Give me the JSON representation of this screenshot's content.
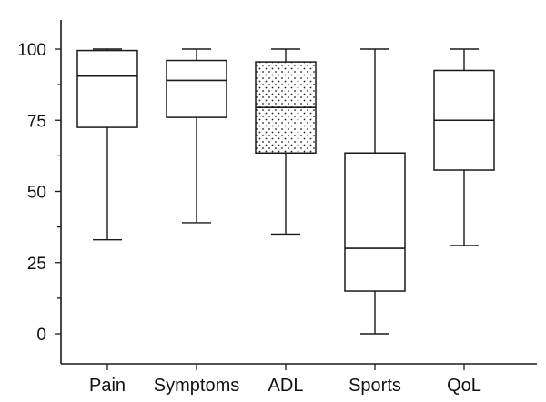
{
  "chart_data": {
    "type": "box",
    "categories": [
      "Pain",
      "Symptoms",
      "ADL",
      "Sports",
      "QoL"
    ],
    "y_ticks": [
      "0",
      "25",
      "50",
      "75",
      "100"
    ],
    "ylim": [
      -8,
      110
    ],
    "grid": false,
    "boxes": [
      {
        "name": "Pain",
        "min": 33,
        "q1": 72.5,
        "median": 90.5,
        "q3": 99.5,
        "max": 100,
        "fill": "none"
      },
      {
        "name": "Symptoms",
        "min": 39,
        "q1": 76,
        "median": 89,
        "q3": 96,
        "max": 100,
        "fill": "none"
      },
      {
        "name": "ADL",
        "min": 35,
        "q1": 63.5,
        "median": 79.5,
        "q3": 95.5,
        "max": 100,
        "fill": "dotted"
      },
      {
        "name": "Sports",
        "min": 0,
        "q1": 15,
        "median": 30,
        "q3": 63.5,
        "max": 100,
        "fill": "none"
      },
      {
        "name": "QoL",
        "min": 31,
        "q1": 57.5,
        "median": 75,
        "q3": 92.5,
        "max": 100,
        "fill": "none"
      }
    ],
    "colors": {
      "stroke": "#1a1a1a",
      "background": "#ffffff"
    }
  }
}
